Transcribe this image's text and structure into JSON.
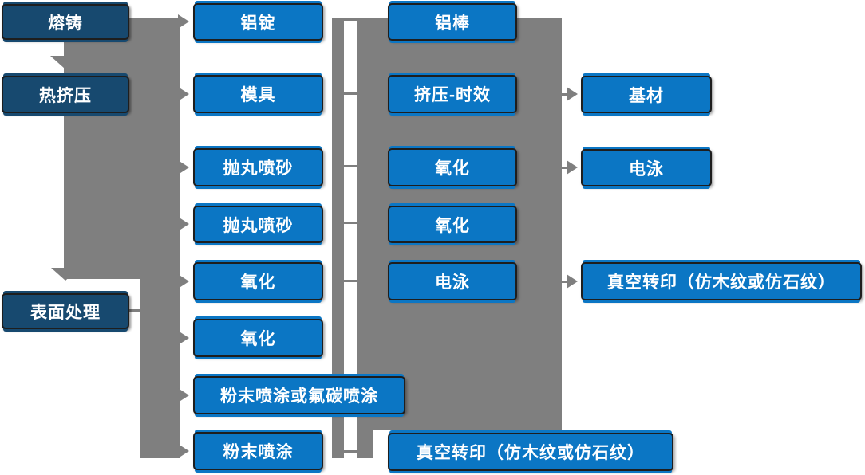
{
  "colors": {
    "box_blue": "#0B76C4",
    "box_navy": "#17496F",
    "connector_gray": "#7F7F7F",
    "text_white": "#FFFFFF"
  },
  "nodes": {
    "melt_casting": "熔铸",
    "hot_extrusion": "热挤压",
    "surface_treatment": "表面处理",
    "aluminum_ingot": "铝锭",
    "mold": "模具",
    "shot_blasting_1": "抛丸喷砂",
    "shot_blasting_2": "抛丸喷砂",
    "oxidation_c2_1": "氧化",
    "oxidation_c2_2": "氧化",
    "powder_or_fluorocarbon_coating": "粉末喷涂或氟碳喷涂",
    "powder_coating": "粉末喷涂",
    "aluminum_rod": "铝棒",
    "extrusion_aging": "挤压-时效",
    "oxidation_c3_1": "氧化",
    "oxidation_c3_2": "氧化",
    "electrophoresis_c3": "电泳",
    "vacuum_transfer_bottom": "真空转印（仿木纹或仿石纹）",
    "base_material": "基材",
    "electrophoresis_c4": "电泳",
    "vacuum_transfer_right": "真空转印（仿木纹或仿石纹）"
  }
}
